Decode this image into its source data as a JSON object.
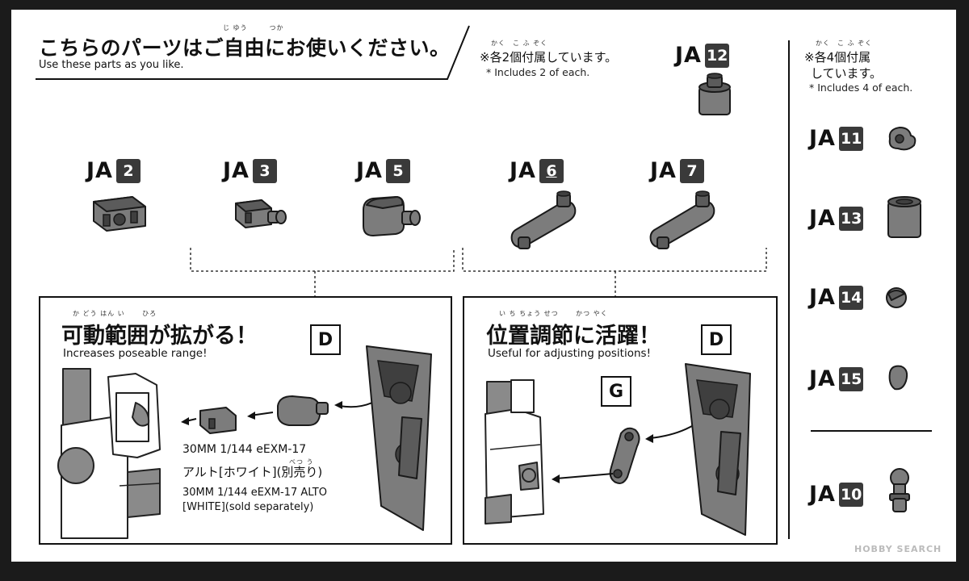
{
  "header": {
    "title": "こちらのパーツはご自由にお使いください。",
    "ruby": "じ ゆう　　　つか",
    "subtitle": "Use these parts as you like."
  },
  "notes": {
    "two_each_ruby": "かく　こ ふ ぞく",
    "two_each_jp": "※各2個付属しています。",
    "two_each_en": "* Includes 2 of each.",
    "four_each_ruby": "かく　こ ふ ぞく",
    "four_each_jp_1": "※各4個付属",
    "four_each_jp_2": "しています。",
    "four_each_en": "* Includes 4 of each."
  },
  "parts": {
    "prefix": "JA",
    "p2": "2",
    "p3": "3",
    "p5": "5",
    "p6": "6",
    "p7": "7",
    "p12": "12",
    "p11": "11",
    "p13": "13",
    "p14": "14",
    "p15": "15",
    "p10": "10"
  },
  "panel_left": {
    "ruby": "か どう はん い　　 ひろ",
    "title": "可動範囲が拡がる！",
    "subtitle": "Increases poseable range!",
    "tag": "D",
    "kit_line1": "30MM 1/144 eEXM-17",
    "kit_ruby": "べつ う",
    "kit_line2": "アルト[ホワイト](別売り)",
    "kit_line3": "30MM 1/144 eEXM-17 ALTO",
    "kit_line4": "[WHITE](sold separately)"
  },
  "panel_right": {
    "ruby": "い ち ちょう せつ　　 かつ やく",
    "title": "位置調節に活躍！",
    "subtitle": "Useful for adjusting positions!",
    "tag_d": "D",
    "tag_g": "G"
  },
  "watermark": "HOBBY SEARCH"
}
